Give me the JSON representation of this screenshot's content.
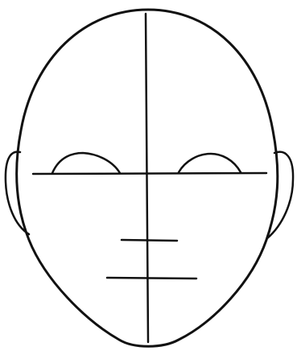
{
  "diagram": {
    "stroke_color": "#111111",
    "background_color": "#ffffff",
    "shapes": [
      "head-outline",
      "left-ear",
      "right-ear",
      "vertical-centerline",
      "eye-guide-line",
      "left-eye-arc",
      "right-eye-arc",
      "nose-guide-line",
      "mouth-guide-line"
    ]
  }
}
